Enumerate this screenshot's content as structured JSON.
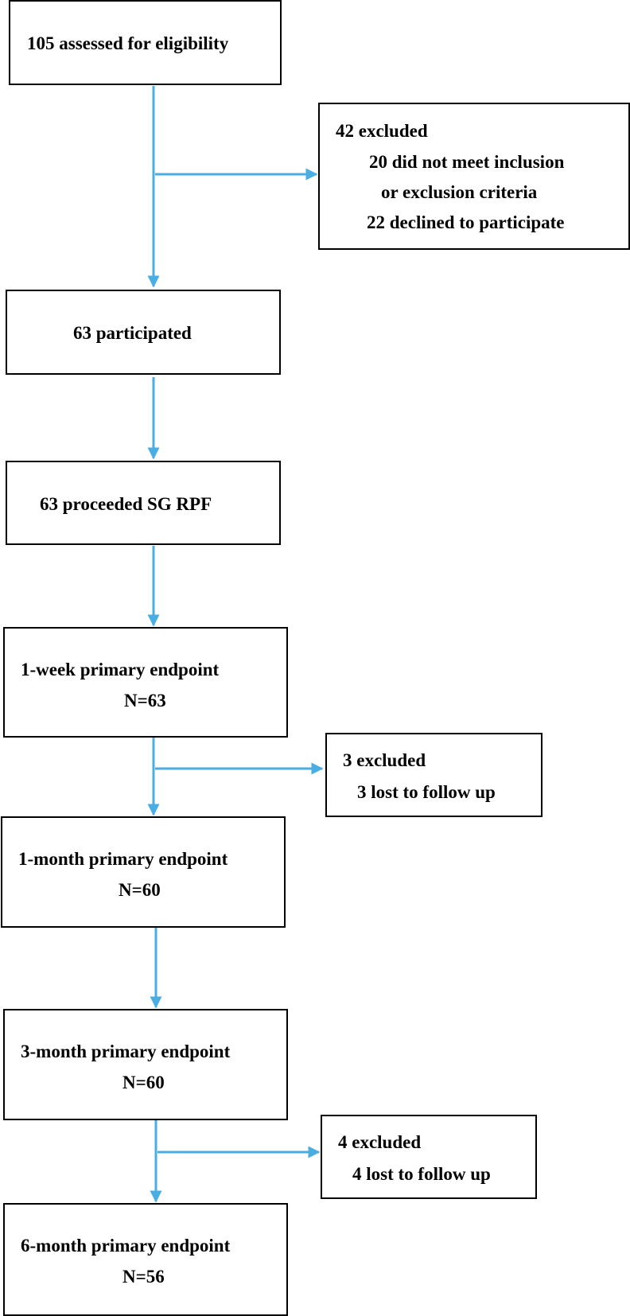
{
  "colors": {
    "arrow": "#4aaee2",
    "border": "#000000"
  },
  "boxes": {
    "assessed": {
      "line1": "105 assessed for eligibility"
    },
    "excluded_1": {
      "line1": "42 excluded",
      "line2": "20 did not meet inclusion",
      "line3": "or exclusion criteria",
      "line4": "22 declined to participate"
    },
    "participated": {
      "line1": "63 participated"
    },
    "proceeded": {
      "line1": "63 proceeded SG RPF"
    },
    "week1": {
      "line1": "1-week primary endpoint",
      "line2": "N=63"
    },
    "excluded_2": {
      "line1": "3 excluded",
      "line2": "3 lost to follow up"
    },
    "month1": {
      "line1": "1-month primary endpoint",
      "line2": "N=60"
    },
    "month3": {
      "line1": "3-month primary endpoint",
      "line2": "N=60"
    },
    "excluded_3": {
      "line1": "4 excluded",
      "line2": "4 lost to follow up"
    },
    "month6": {
      "line1": "6-month primary endpoint",
      "line2": "N=56"
    }
  }
}
